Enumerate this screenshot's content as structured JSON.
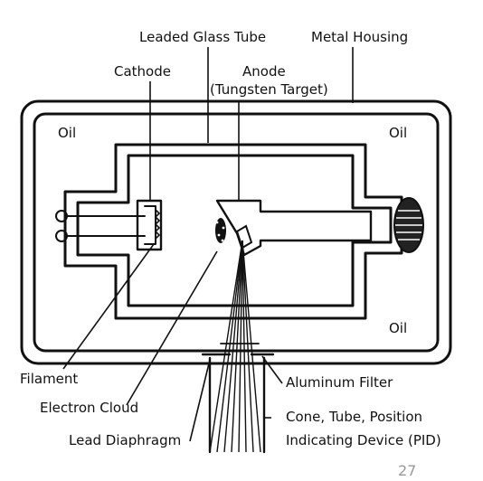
{
  "labels": {
    "leaded_glass_tube": "Leaded Glass Tube",
    "metal_housing": "Metal Housing",
    "cathode": "Cathode",
    "anode_line1": "Anode",
    "anode_line2": "(Tungsten Target)",
    "oil_top_left": "Oil",
    "oil_top_right": "Oil",
    "oil_bottom_right": "Oil",
    "filament": "Filament",
    "aluminum_filter": "Aluminum Filter",
    "electron_cloud": "Electron Cloud",
    "cone_line1": "Cone, Tube, Position",
    "cone_line2": "Indicating Device (PID)",
    "lead_diaphragm": "Lead Diaphragm"
  },
  "page_number": "27"
}
